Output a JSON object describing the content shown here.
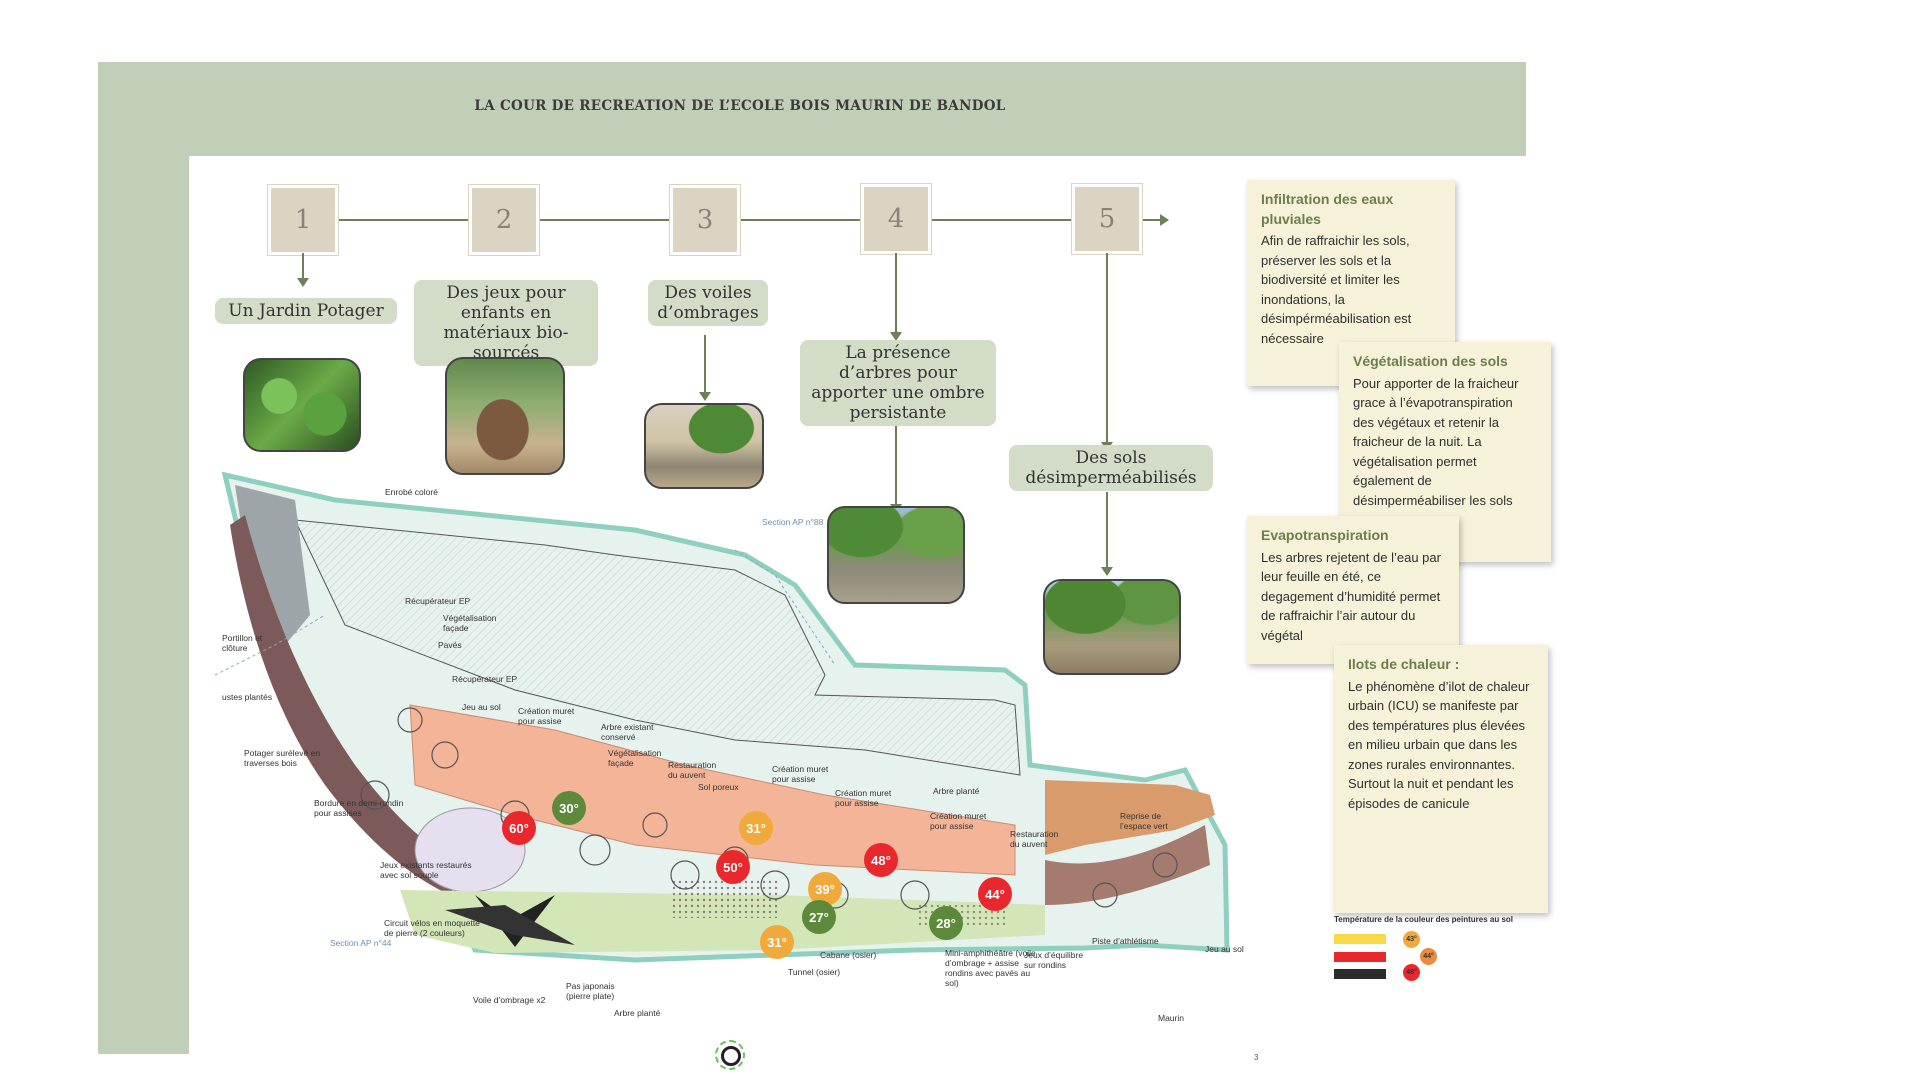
{
  "title": "LA COUR DE RECREATION DE L’ECOLE BOIS MAURIN DE BANDOL",
  "steps": [
    {
      "number": "1",
      "label": "Un Jardin Potager"
    },
    {
      "number": "2",
      "label": "Des jeux pour enfants en matériaux bio-sourcés"
    },
    {
      "number": "3",
      "label": "Des voiles d’ombrages"
    },
    {
      "number": "4",
      "label": "La présence d’arbres pour apporter une ombre persistante"
    },
    {
      "number": "5",
      "label": "Des sols désimperméabilisés"
    }
  ],
  "notes": [
    {
      "title": "Infiltration des eaux pluviales",
      "text": "Afin de raffraichir les sols, préserver les sols et la biodiversité et limiter les inondations, la désimpérméabilisation est nécessaire"
    },
    {
      "title": "Végétalisation des sols",
      "text": "Pour apporter de la fraicheur grace à l’évapotranspiration des végétaux et retenir la fraicheur de la nuit. La végétalisation permet également de désimperméabiliser les sols"
    },
    {
      "title": "Evapotranspiration",
      "text": "Les arbres rejetent de l’eau par leur feuille en été, ce degagement d’humidité permet de raffraichir l’air autour du végétal"
    },
    {
      "title": "Ilots de chaleur :",
      "text": "Le phénomène d’ilot de chaleur urbain (ICU) se manifeste par des températures plus élevées en milieu urbain que dans les zones rurales environnantes. Surtout la nuit et pendant les épisodes de canicule"
    }
  ],
  "temperatures": [
    {
      "value": "60°",
      "color": "#e8282c"
    },
    {
      "value": "30°",
      "color": "#5d8a3a"
    },
    {
      "value": "31°",
      "color": "#f2a93b"
    },
    {
      "value": "50°",
      "color": "#e8282c"
    },
    {
      "value": "48°",
      "color": "#e8282c"
    },
    {
      "value": "39°",
      "color": "#f2a93b"
    },
    {
      "value": "27°",
      "color": "#5d8a3a"
    },
    {
      "value": "44°",
      "color": "#e8282c"
    },
    {
      "value": "28°",
      "color": "#5d8a3a"
    },
    {
      "value": "31°",
      "color": "#f2a93b"
    }
  ],
  "plan_labels": {
    "enrobe": "Enrobé coloré",
    "section1": "Section AP n°88",
    "portillon": "Portillon et clôture",
    "recuperateur1": "Récupérateur EP",
    "vegetalisation_facade": "Végétalisation façade",
    "paves": "Pavés",
    "recuperateur2": "Récupérateur EP",
    "plantes": "ustes plantés",
    "jeu_sol": "Jeu au sol",
    "muret_assise1": "Création muret pour assise",
    "arbre_conserve": "Arbre existant conservé",
    "vegetalisation_facade2": "Végétalisation façade",
    "potager": "Potager surélevé en traverses bois",
    "restauration_auvent": "Restauration du auvent",
    "sol_poreux": "Sol poreux",
    "muret_assise2": "Création muret pour assise",
    "muret_assise3": "Création muret pour assise",
    "arbre_plante": "Arbre planté",
    "muret_assise4": "Création muret pour assise",
    "restauration_auvent2": "Restauration du auvent",
    "reprise": "Reprise de l’espace vert",
    "bordure": "Bordure en demi-rondin pour assises",
    "jeux_restaures": "Jeux existants restaurés avec sol souple",
    "circuit_velos": "Circuit vélos en moquette de pierre (2 couleurs)",
    "section2": "Section AP n°44",
    "voile": "Voile d’ombrage x2",
    "pas_japonais": "Pas japonais (pierre plate)",
    "arbre_plante2": "Arbre planté",
    "cabane": "Cabane (osier)",
    "tunnel": "Tunnel (osier)",
    "mini_amphi": "Mini-amphithéâtre (voile d’ombrage + assise rondins avec pavés au sol)",
    "jeux_equilibre": "Jeux d’équilibre sur rondins",
    "piste": "Piste d’athlétisme",
    "jeu_sol2": "Jeu au sol",
    "maurin": "Maurin"
  },
  "legend": {
    "title": "Température de la couleur des peintures au sol",
    "rows": [
      {
        "color": "#f7d94a",
        "temp": "43°",
        "dot": "#f2a93b"
      },
      {
        "color": "#e8282c",
        "temp": "44°",
        "dot": "#ee8a3c"
      },
      {
        "color": "#2b2b2b",
        "temp": "48°",
        "dot": "#e8282c"
      }
    ]
  },
  "page_number": "3"
}
